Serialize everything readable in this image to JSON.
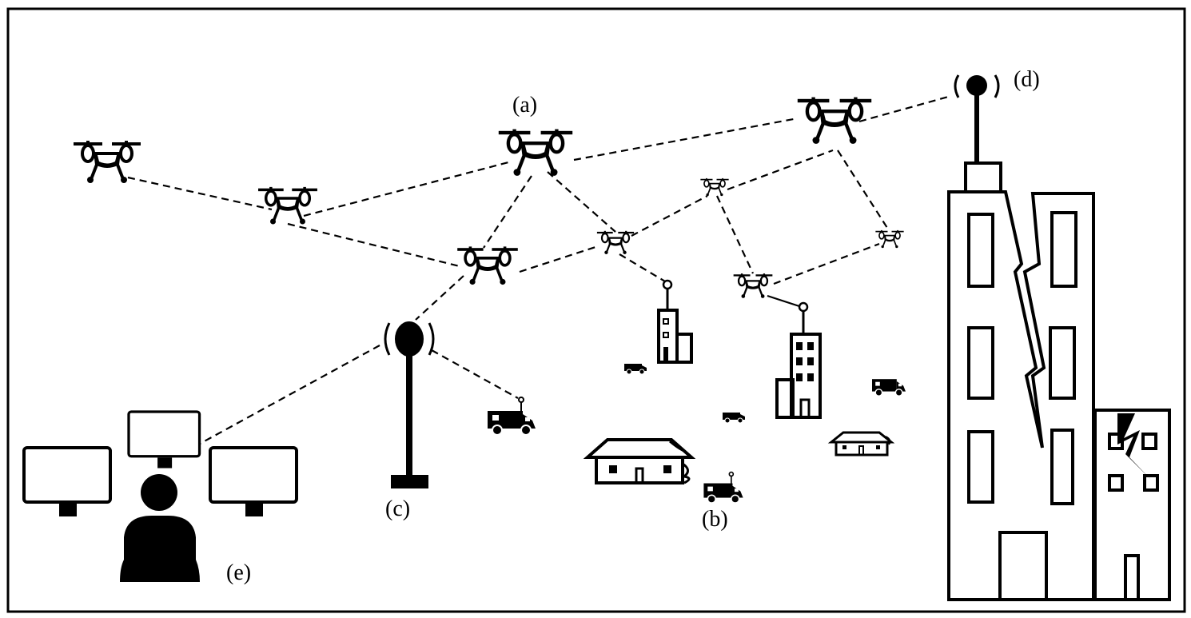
{
  "colors": {
    "ink": "#000000",
    "background": "#ffffff"
  },
  "labels": {
    "a": "(a)",
    "b": "(b)",
    "c": "(c)",
    "d": "(d)",
    "e": "(e)"
  },
  "icons": [
    "drone-icon",
    "antenna-tower-icon",
    "rooftop-antenna-icon",
    "building-icon",
    "house-icon",
    "vehicle-icon",
    "monitor-icon",
    "operator-icon",
    "crack-icon"
  ]
}
